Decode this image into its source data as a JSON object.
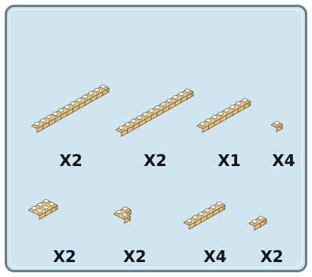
{
  "colors": {
    "background": "#cfe5f1",
    "border": "#6f7d84",
    "plate_top": "#f1d9a9",
    "plate_side": "#cfae78",
    "plate_front": "#dcbf8c",
    "stud": "#fbefd4",
    "outline": "#6b5633"
  },
  "parts": [
    {
      "name": "plate-1x12",
      "quantity": "X2"
    },
    {
      "name": "plate-1x12",
      "quantity": "X2"
    },
    {
      "name": "plate-1x8",
      "quantity": "X1"
    },
    {
      "name": "plate-1x1",
      "quantity": "X4"
    },
    {
      "name": "plate-2x3",
      "quantity": "X2"
    },
    {
      "name": "plate-2x2-corner",
      "quantity": "X2"
    },
    {
      "name": "plate-1x6",
      "quantity": "X4"
    },
    {
      "name": "plate-1x2",
      "quantity": "X2"
    }
  ]
}
